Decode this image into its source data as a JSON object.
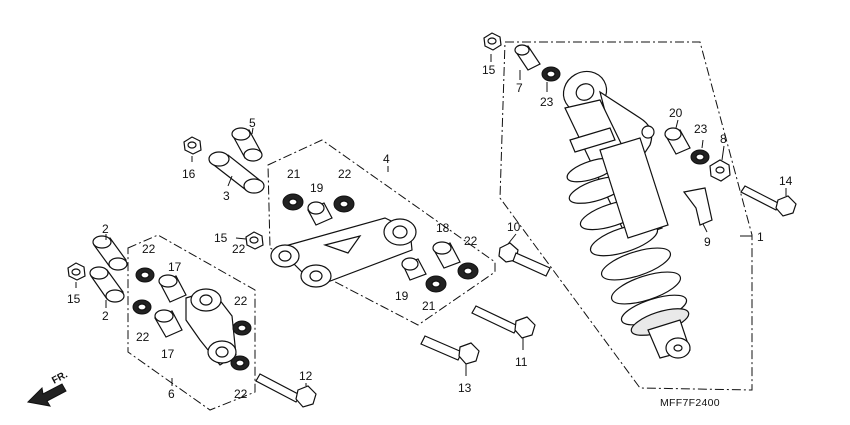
{
  "diagram": {
    "code": "MFF7F2400",
    "direction": "FR.",
    "callouts": [
      {
        "id": "c1",
        "text": "1"
      },
      {
        "id": "c2a",
        "text": "2"
      },
      {
        "id": "c2b",
        "text": "2"
      },
      {
        "id": "c3",
        "text": "3"
      },
      {
        "id": "c4",
        "text": "4"
      },
      {
        "id": "c5",
        "text": "5"
      },
      {
        "id": "c6",
        "text": "6"
      },
      {
        "id": "c7",
        "text": "7"
      },
      {
        "id": "c8",
        "text": "8"
      },
      {
        "id": "c9",
        "text": "9"
      },
      {
        "id": "c10",
        "text": "10"
      },
      {
        "id": "c11",
        "text": "11"
      },
      {
        "id": "c12",
        "text": "12"
      },
      {
        "id": "c13",
        "text": "13"
      },
      {
        "id": "c14",
        "text": "14"
      },
      {
        "id": "c15a",
        "text": "15"
      },
      {
        "id": "c15b",
        "text": "15"
      },
      {
        "id": "c15c",
        "text": "15"
      },
      {
        "id": "c16",
        "text": "16"
      },
      {
        "id": "c17a",
        "text": "17"
      },
      {
        "id": "c17b",
        "text": "17"
      },
      {
        "id": "c18",
        "text": "18"
      },
      {
        "id": "c19a",
        "text": "19"
      },
      {
        "id": "c19b",
        "text": "19"
      },
      {
        "id": "c20",
        "text": "20"
      },
      {
        "id": "c21a",
        "text": "21"
      },
      {
        "id": "c21b",
        "text": "21"
      },
      {
        "id": "c22a",
        "text": "22"
      },
      {
        "id": "c22b",
        "text": "22"
      },
      {
        "id": "c22c",
        "text": "22"
      },
      {
        "id": "c22d",
        "text": "22"
      },
      {
        "id": "c22e",
        "text": "22"
      },
      {
        "id": "c22f",
        "text": "22"
      },
      {
        "id": "c22g",
        "text": "22"
      },
      {
        "id": "c23a",
        "text": "23"
      },
      {
        "id": "c23b",
        "text": "23"
      }
    ]
  }
}
